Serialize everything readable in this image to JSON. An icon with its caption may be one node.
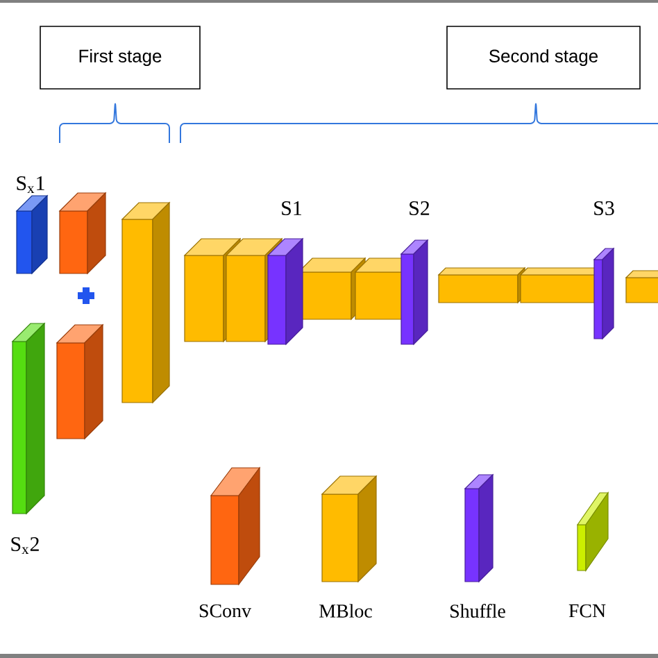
{
  "diagram": {
    "nodes": [
      {
        "text": [
          "First stage"
        ]
      },
      {
        "text": [
          "Second stage"
        ]
      }
    ],
    "edges": [],
    "labels": [
      "S$_{x}$1",
      "S1",
      "S2",
      "S3",
      "S$_{x}$2"
    ],
    "legend": [
      {
        "text": "SConv",
        "color": "#ff6611"
      },
      {
        "text": "MBloc",
        "color": "#ffbb00"
      },
      {
        "text": "Shuffle",
        "color": "#7733ff"
      },
      {
        "text": "FCN",
        "color": "#ccee00"
      }
    ]
  }
}
